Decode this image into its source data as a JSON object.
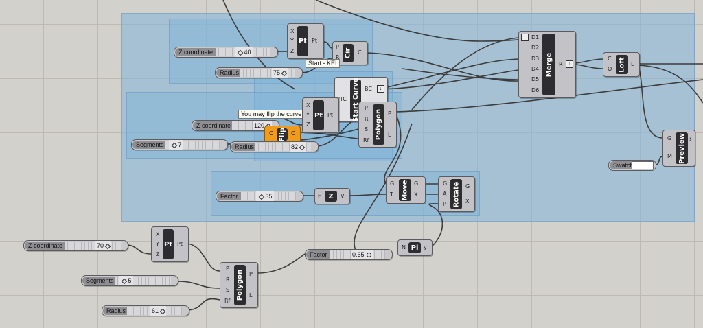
{
  "colors": {
    "canvas": "#d3d1cb",
    "group_fill": "#7fb4da",
    "component": "#c3c3c7",
    "label_bg": "#2d2d2f",
    "highlight": "#f29b1b",
    "wire": "#3c3c3c"
  },
  "components": {
    "pt_top": {
      "name": "Pt",
      "inputs": [
        "X",
        "Y",
        "Z"
      ],
      "outputs": [
        "Pt"
      ]
    },
    "circle": {
      "name": "Cir",
      "inputs": [
        "P",
        "R"
      ],
      "outputs": [
        "C"
      ]
    },
    "merge": {
      "name": "Merge",
      "inputs": [
        "D1",
        "D2",
        "D3",
        "D4",
        "D5",
        "D6"
      ],
      "outputs": [
        "R"
      ]
    },
    "loft": {
      "name": "Loft",
      "inputs": [
        "C",
        "O"
      ],
      "outputs": [
        "L"
      ]
    },
    "preview": {
      "name": "Preview",
      "inputs": [
        "G",
        "M"
      ]
    },
    "start_curve": {
      "name": "Start Curve",
      "inputs": [
        "PTC"
      ],
      "outputs": [
        "BC"
      ]
    },
    "pt_mid": {
      "name": "Pt",
      "inputs": [
        "X",
        "Y",
        "Z"
      ],
      "outputs": [
        "Pt"
      ]
    },
    "flip": {
      "name": "Flip",
      "inputs": [
        "C"
      ],
      "outputs": [
        "C"
      ]
    },
    "polygon_mid": {
      "name": "Polygon",
      "inputs": [
        "P",
        "R",
        "S",
        "Rf"
      ],
      "outputs": [
        "P",
        "L"
      ]
    },
    "unit_z": {
      "name": "Z",
      "inputs": [
        "F"
      ],
      "outputs": [
        "V"
      ]
    },
    "move": {
      "name": "Move",
      "inputs": [
        "G",
        "T"
      ],
      "outputs": [
        "G",
        "X"
      ]
    },
    "rotate": {
      "name": "Rotate",
      "inputs": [
        "G",
        "A",
        "P"
      ],
      "outputs": [
        "G",
        "X"
      ]
    },
    "pt_bottom": {
      "name": "Pt",
      "inputs": [
        "X",
        "Y",
        "Z"
      ],
      "outputs": [
        "Pt"
      ]
    },
    "polygon_bottom": {
      "name": "Polygon",
      "inputs": [
        "P",
        "R",
        "S",
        "Rf"
      ],
      "outputs": [
        "P",
        "L"
      ]
    },
    "pi": {
      "name": "Pi",
      "inputs": [
        "N"
      ],
      "outputs": [
        "y"
      ]
    }
  },
  "sliders": {
    "z_top": {
      "label": "Z coordinate",
      "value": "40"
    },
    "radius_top": {
      "label": "Radius",
      "value": "75"
    },
    "z_mid": {
      "label": "Z coordinate",
      "value": "120"
    },
    "segments_mid": {
      "label": "Segments",
      "value": "7"
    },
    "radius_mid": {
      "label": "Radius",
      "value": "82"
    },
    "factor_move": {
      "label": "Factor",
      "value": "35"
    },
    "z_bottom": {
      "label": "Z coordinate",
      "value": "70"
    },
    "segments_bottom": {
      "label": "Segments",
      "value": "5"
    },
    "radius_bottom": {
      "label": "Radius",
      "value": "61"
    },
    "factor_pi": {
      "label": "Factor",
      "value": "0.65"
    }
  },
  "swatch": {
    "label": "Swatch"
  },
  "tooltips": {
    "start": "Start - KEI",
    "flip_hint": "You may flip the curve"
  }
}
